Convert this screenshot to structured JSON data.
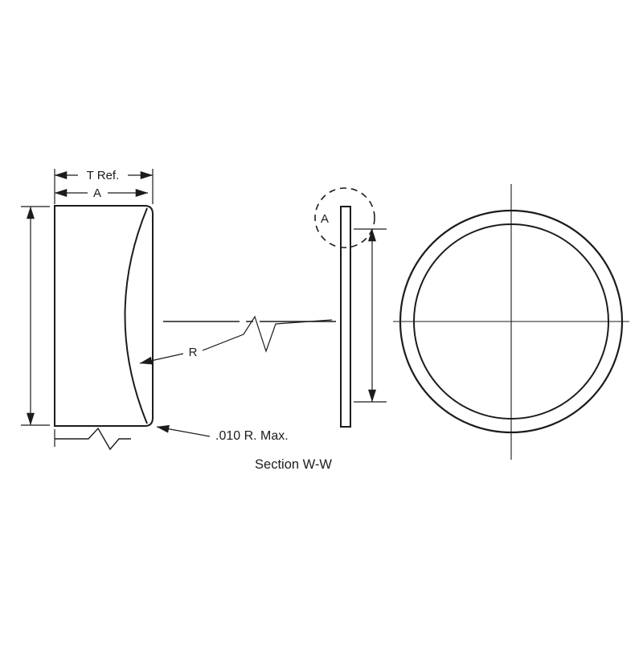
{
  "canvas": {
    "background": "#ffffff",
    "stroke_color": "#1c1c1c"
  },
  "labels": {
    "dim_t": "T Ref.",
    "dim_a": "A",
    "radius": "R",
    "detail": "A",
    "corner_note": ".010 R. Max.",
    "caption": "Section W-W"
  }
}
